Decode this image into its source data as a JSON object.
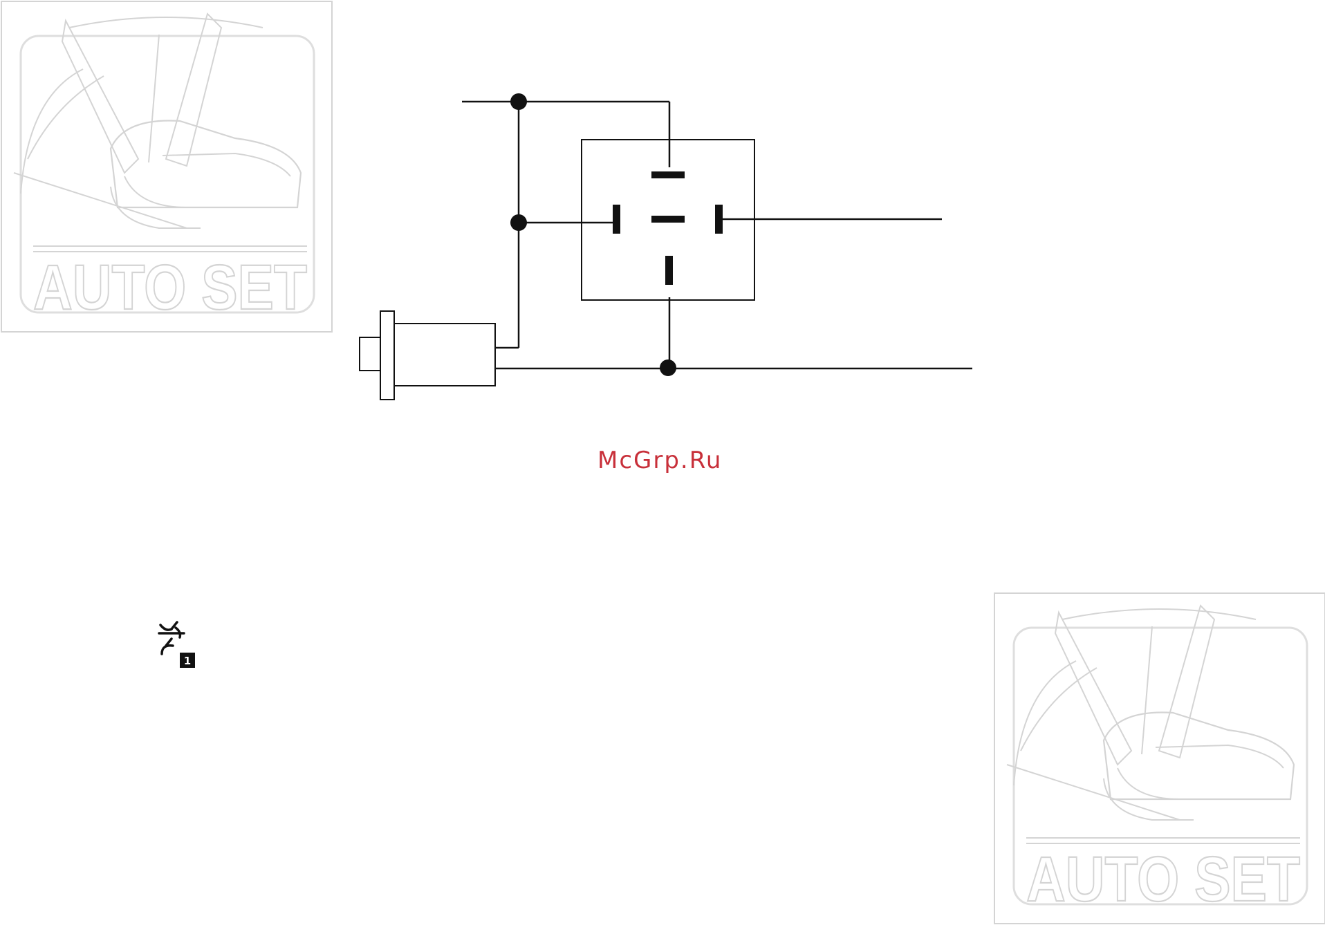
{
  "logos": [
    {
      "text": "AUTO SET"
    },
    {
      "text": "AUTO SET"
    }
  ],
  "watermark": {
    "text": "McGrp.Ru",
    "color": "#c8303a"
  },
  "badge": {
    "number": "1"
  },
  "colors": {
    "line": "#111111",
    "logo_gray": "#d4d4d4",
    "watermark": "#c8303a"
  },
  "icons": [
    "relay-symbol",
    "connector-symbol",
    "sensor-icon"
  ]
}
